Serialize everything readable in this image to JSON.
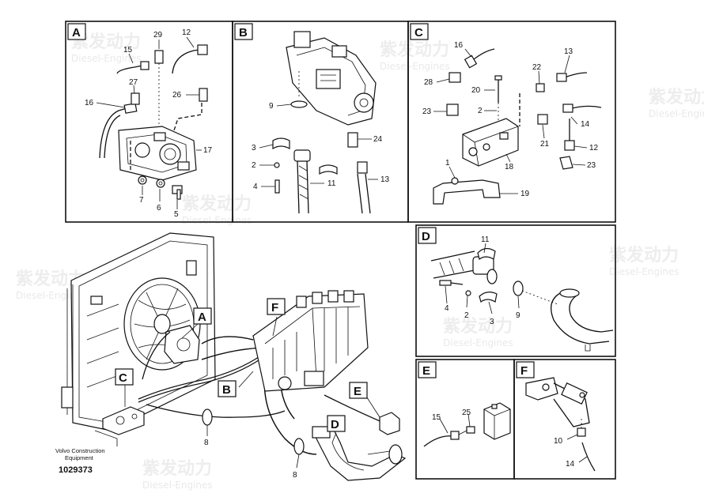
{
  "panels": [
    {
      "id": "A",
      "callouts": [
        "29",
        "12",
        "15",
        "27",
        "16",
        "26",
        "17",
        "7",
        "6",
        "5"
      ]
    },
    {
      "id": "B",
      "callouts": [
        "9",
        "24",
        "3",
        "2",
        "4",
        "11",
        "13"
      ]
    },
    {
      "id": "C",
      "callouts": [
        "16",
        "13",
        "28",
        "22",
        "20",
        "23",
        "2",
        "14",
        "21",
        "12",
        "1",
        "18",
        "23",
        "19"
      ]
    },
    {
      "id": "D",
      "callouts": [
        "11",
        "4",
        "2",
        "3",
        "9"
      ]
    },
    {
      "id": "E",
      "callouts": [
        "15",
        "25"
      ]
    },
    {
      "id": "F",
      "callouts": [
        "10",
        "14"
      ]
    }
  ],
  "overview": {
    "letters": [
      "A",
      "B",
      "C",
      "D",
      "E",
      "F"
    ],
    "callouts": [
      "8",
      "8"
    ]
  },
  "footer": {
    "brand_line1": "Volvo Construction",
    "brand_line2": "Equipment",
    "drawing_id": "1029373"
  },
  "watermark": {
    "cn": "紫发动力",
    "en": "Diesel-Engines"
  }
}
